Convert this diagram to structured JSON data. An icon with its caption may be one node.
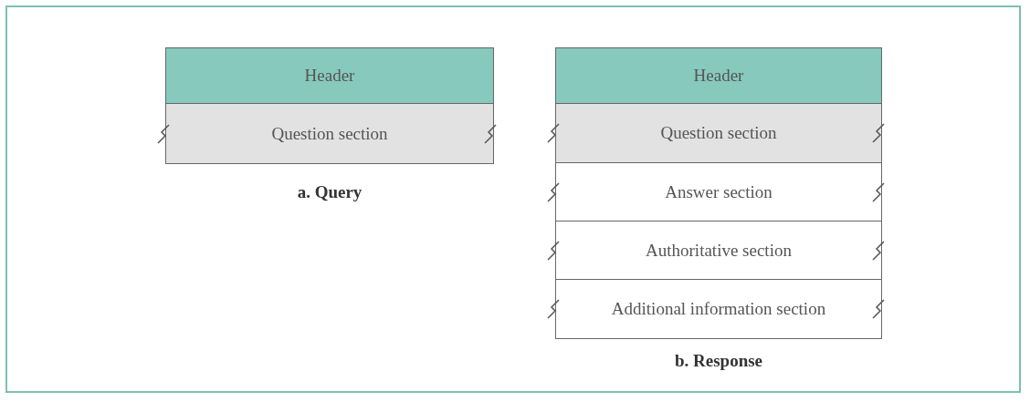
{
  "diagram": {
    "nodes": [
      {
        "text": [
          "Header"
        ]
      },
      {
        "text": [
          "Question section"
        ]
      },
      {
        "text": [
          "Header"
        ]
      },
      {
        "text": [
          "Question section"
        ]
      },
      {
        "text": [
          "Answer section"
        ]
      },
      {
        "text": [
          "Authoritative section"
        ]
      },
      {
        "text": [
          "Additional information section"
        ]
      }
    ],
    "labels": [
      "a. Query",
      "b. Response"
    ]
  }
}
